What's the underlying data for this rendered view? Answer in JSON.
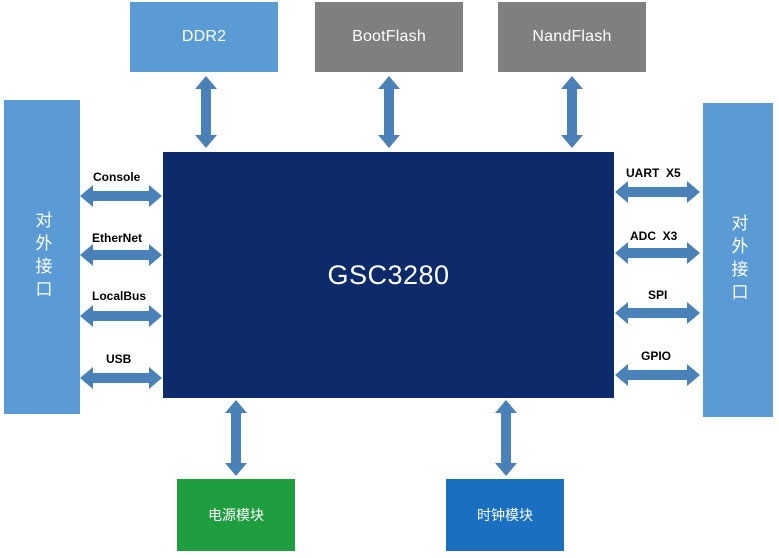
{
  "top": {
    "ddr2": "DDR2",
    "bootflash": "BootFlash",
    "nandflash": "NandFlash"
  },
  "cpu": {
    "label": "GSC3280"
  },
  "left_panel": {
    "label": "对外接口"
  },
  "right_panel": {
    "label": "对外接口"
  },
  "left_interfaces": [
    "Console",
    "EtherNet",
    "LocalBus",
    "USB"
  ],
  "right_interfaces": [
    "UART  X5",
    "ADC  X3",
    "SPI",
    "GPIO"
  ],
  "bottom": {
    "power": "电源模块",
    "clock": "时钟模块"
  },
  "colors": {
    "ddr2": "#5b9bd5",
    "flash": "#7f7f7f",
    "cpu": "#0d2a6b",
    "panel": "#5b9bd5",
    "power": "#1f9e3f",
    "clock": "#1a6fc1",
    "arrow": "#4a81b8"
  }
}
